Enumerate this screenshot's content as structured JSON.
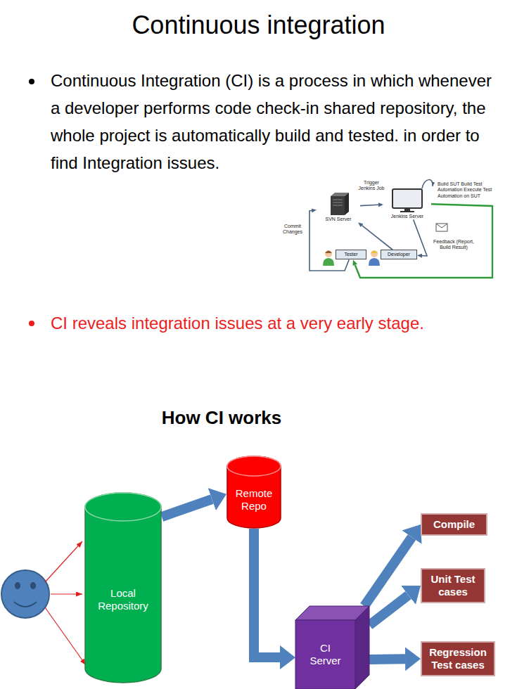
{
  "diagram": {
    "title": "Continuous integration",
    "nodes": [
      {
        "text": [
          "SVN Server"
        ]
      },
      {
        "text": [
          "Jenkins Server"
        ]
      },
      {
        "text": [
          "Tester"
        ]
      },
      {
        "text": [
          "Developer"
        ]
      },
      {
        "text": [
          "Local Repository"
        ]
      },
      {
        "text": [
          "Remote Repo"
        ]
      },
      {
        "text": [
          "CI Server"
        ]
      },
      {
        "text": [
          "Compile"
        ]
      },
      {
        "text": [
          "Unit Test cases"
        ]
      },
      {
        "text": [
          "Regression Test cases"
        ]
      }
    ],
    "edges": [
      {
        "from": 2,
        "to": 0,
        "arrow": "to",
        "label": "Commit Changes"
      },
      {
        "from": 3,
        "to": 0,
        "arrow": "to"
      },
      {
        "from": 0,
        "to": 1,
        "arrow": "to",
        "label": "Trigger Jenkins Job"
      },
      {
        "from": 1,
        "to": 3,
        "arrow": "to",
        "label": "Feedback (Report, Build Result)"
      },
      {
        "from": 1,
        "to": 2,
        "arrow": "to"
      },
      {
        "from": 4,
        "to": 5,
        "arrow": "to"
      },
      {
        "from": 5,
        "to": 6,
        "arrow": "to"
      },
      {
        "from": 6,
        "to": 7,
        "arrow": "to"
      },
      {
        "from": 6,
        "to": 8,
        "arrow": "to"
      },
      {
        "from": 6,
        "to": 9,
        "arrow": "to"
      }
    ],
    "labels": [
      "Continuous Integration (CI) is a process in which whenever a developer performs code check-in shared repository, the whole project is automatically build and tested. in order to find Integration issues.",
      "Build SUT Build Test Automation Execute Test Automation on SUT",
      "CI reveals integration issues at a very early stage.",
      "How CI works"
    ]
  }
}
